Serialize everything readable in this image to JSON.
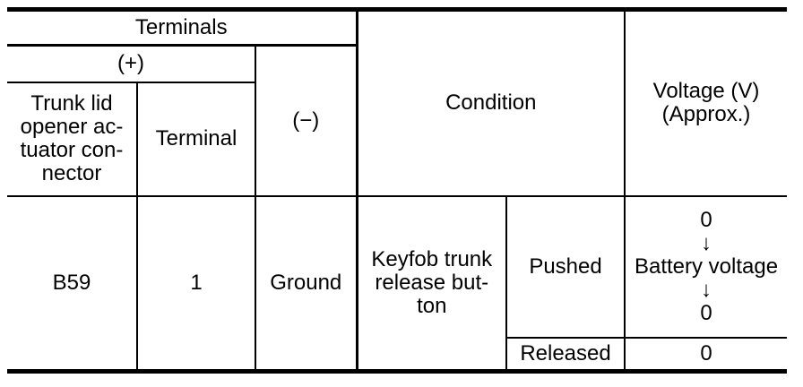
{
  "table": {
    "header": {
      "terminals": "Terminals",
      "plus": "(+)",
      "minus": "(−)",
      "connector_column": "Trunk lid\nopener ac-\ntuator con-\nnector",
      "terminal_column": "Terminal",
      "condition": "Condition",
      "voltage": "Voltage (V)\n(Approx.)"
    },
    "row": {
      "connector": "B59",
      "terminal": "1",
      "reference": "Ground",
      "condition_item": "Keyfob trunk\nrelease but-\nton",
      "states": [
        {
          "label": "Pushed",
          "voltage": "0\n↓\nBattery voltage\n↓\n0"
        },
        {
          "label": "Released",
          "voltage": "0"
        }
      ]
    },
    "colors": {
      "border": "#000000",
      "background": "#ffffff",
      "text": "#000000"
    }
  }
}
